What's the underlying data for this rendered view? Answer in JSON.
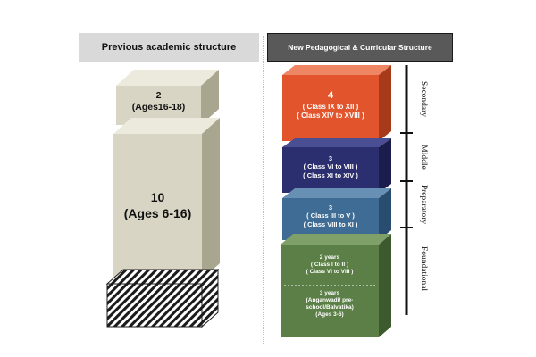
{
  "left": {
    "header": "Previous academic structure",
    "block_top": {
      "years": "2",
      "ages": "(Ages16-18)"
    },
    "block_main": {
      "years": "10",
      "ages": "(Ages 6-16)"
    }
  },
  "right": {
    "header": "New Pedagogical & Curricular  Structure",
    "secondary": {
      "years": "4",
      "classes": "( Class IX to XII )",
      "classes_alt": "( Class XIV to XVIII )"
    },
    "middle": {
      "years": "3",
      "classes": "( Class VI to VIII )",
      "classes_alt": "( Class XI to XIV )"
    },
    "preparatory": {
      "years": "3",
      "classes": "( Class III to V )",
      "classes_alt": "( Class VIII to XI )"
    },
    "foundational": {
      "years_top": "2 years",
      "classes": "( Class I to II )",
      "classes_alt": "( Class VI to VIII )",
      "years_bottom": "3 years",
      "desc": "(Anganwadi/ pre-school/Balvatika)",
      "ages": "(Ages 3-6)"
    }
  },
  "stages": [
    "Secondary",
    "Middle",
    "Preparatory",
    "Foundational"
  ],
  "colors": {
    "beige": "#d8d5c4",
    "orange": "#e2542c",
    "navy": "#2b2e6f",
    "steel_blue": "#3f6c94",
    "green": "#5b7f46",
    "header_dark": "#595959",
    "header_light": "#d9d9d9"
  }
}
